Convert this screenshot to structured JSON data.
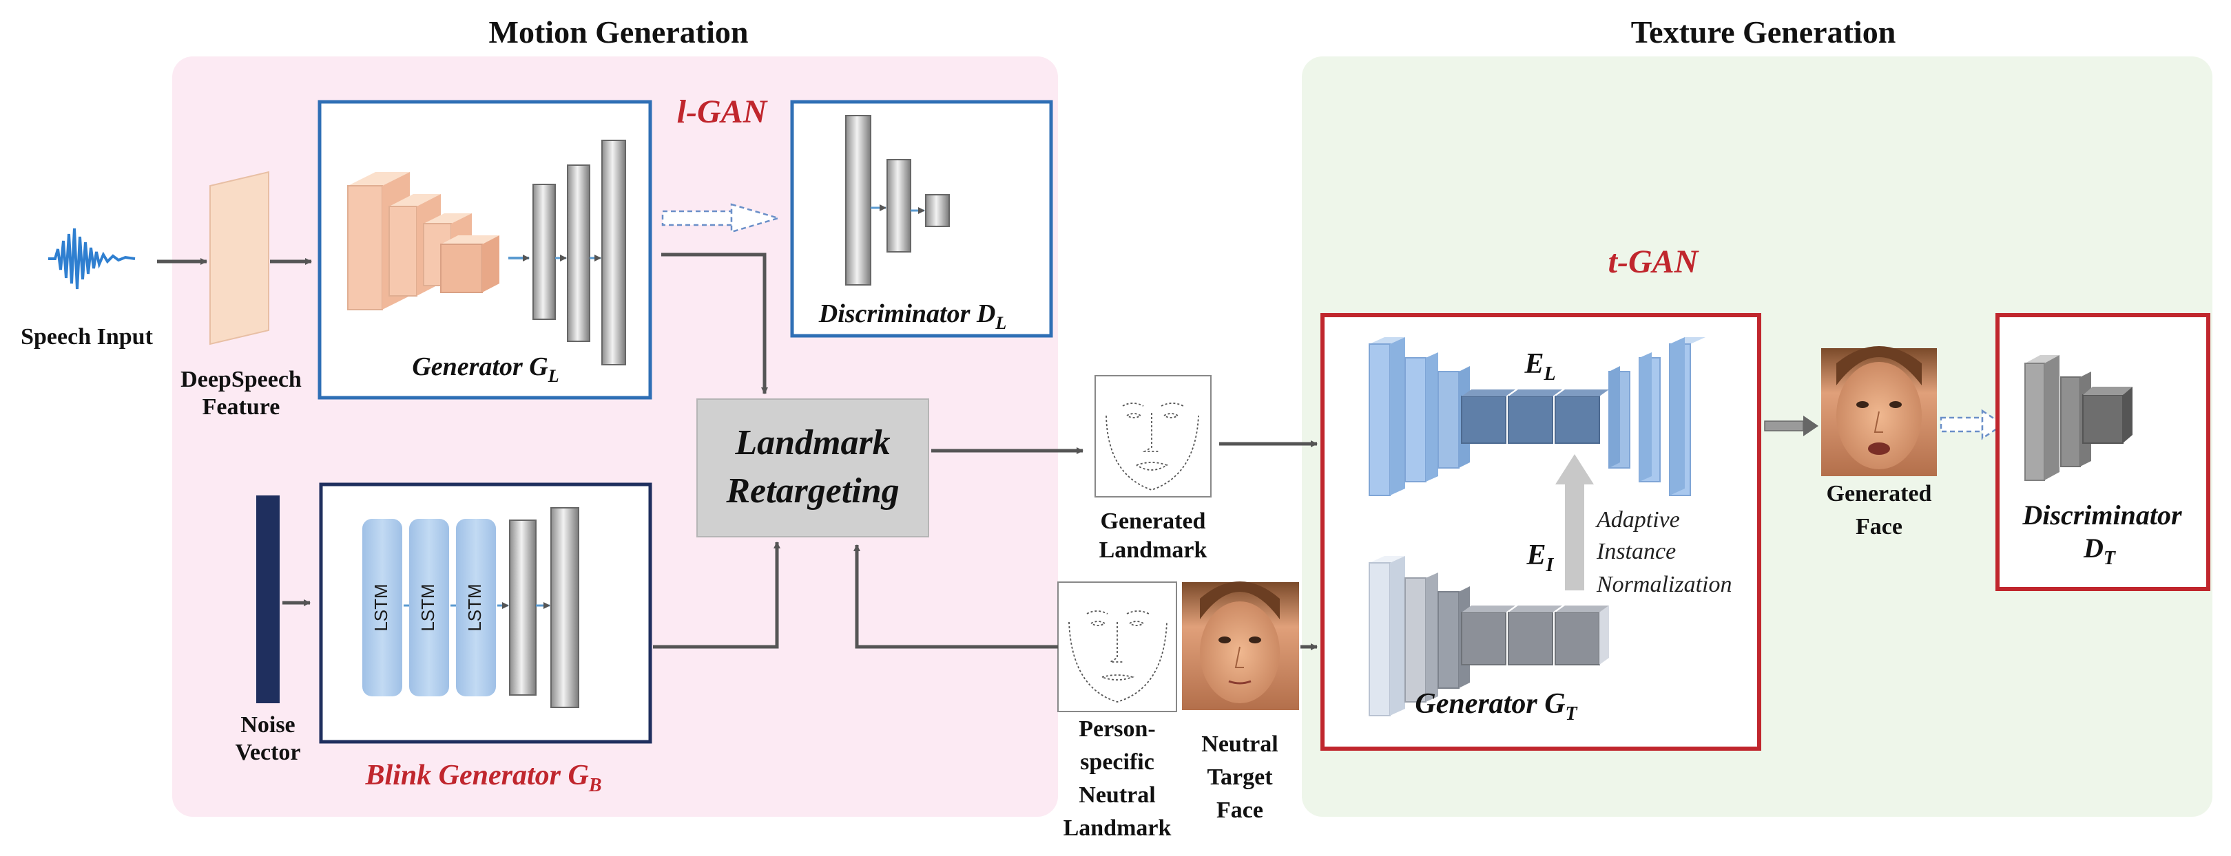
{
  "sections": {
    "motion_title": "Motion Generation",
    "texture_title": "Texture Generation"
  },
  "labels": {
    "l_gan": "l-GAN",
    "t_gan": "t-GAN",
    "speech_input": "Speech Input",
    "deepspeech_line1": "DeepSpeech",
    "deepspeech_line2": "Feature",
    "noise_line1": "Noise",
    "noise_line2": "Vector",
    "generator_gl_main": "Generator G",
    "generator_gl_sub": "L",
    "discriminator_dl_main": "Discriminator D",
    "discriminator_dl_sub": "L",
    "blink_main": "Blink Generator G",
    "blink_sub": "B",
    "lstm": "LSTM",
    "landmark_line1": "Landmark",
    "landmark_line2": "Retargeting",
    "generated_landmark_line1": "Generated",
    "generated_landmark_line2": "Landmark",
    "person_line1": "Person-",
    "person_line2": "specific",
    "person_line3": "Neutral",
    "person_line4": "Landmark",
    "neutral_line1": "Neutral",
    "neutral_line2": "Target",
    "neutral_line3": "Face",
    "el_main": "E",
    "el_sub": "L",
    "ei_main": "E",
    "ei_sub": "I",
    "adain_line1": "Adaptive",
    "adain_line2": "Instance",
    "adain_line3": "Normalization",
    "generator_gt_main": "Generator G",
    "generator_gt_sub": "T",
    "generated_face_line1": "Generated",
    "generated_face_line2": "Face",
    "discriminator_dt_line1": "Discriminator",
    "discriminator_dt_main": "D",
    "discriminator_dt_sub": "T"
  },
  "colors": {
    "motion_bg": "#fceaf3",
    "texture_bg": "#eef6ea",
    "lgan_border": "#2f6fb5",
    "blink_border": "#1f2f5e",
    "tgan_border": "#c0262d",
    "accent_red": "#c0262d",
    "lstm_fill": "#a9c8ea",
    "peach": "#f6c8ae",
    "encoder_blue": "#a9c8ee",
    "noise_vector": "#1f2f5e"
  },
  "icons": {
    "speech": "waveform-icon",
    "face": "face-photo"
  }
}
